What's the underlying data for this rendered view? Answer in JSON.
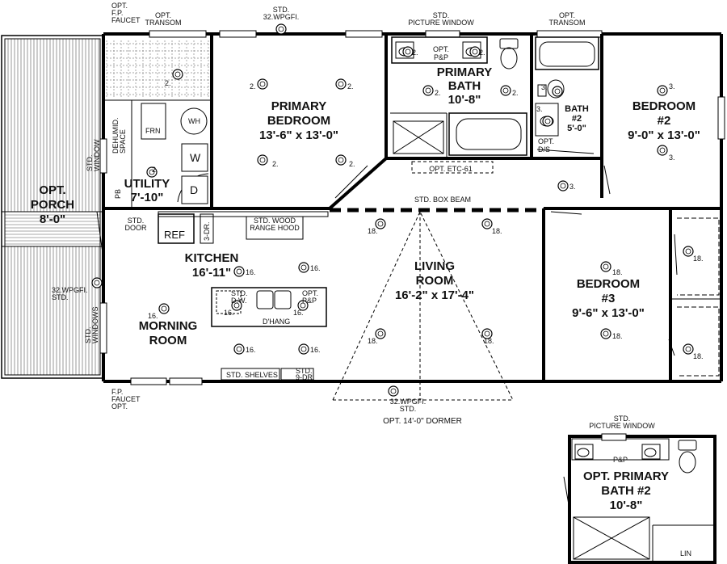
{
  "rooms": {
    "porch": {
      "name": "OPT.\nPORCH",
      "size": "8'-0\""
    },
    "utility": {
      "name": "UTILITY",
      "size": "7'-10\""
    },
    "primary_bedroom": {
      "name": "PRIMARY\nBEDROOM",
      "size": "13'-6\" x 13'-0\""
    },
    "primary_bath": {
      "name": "PRIMARY\nBATH",
      "size": "10'-8\""
    },
    "bath2": {
      "name": "BATH\n#2",
      "size": "5'-0\""
    },
    "bedroom2": {
      "name": "BEDROOM\n#2",
      "size": "9'-0\" x 13'-0\""
    },
    "kitchen": {
      "name": "KITCHEN",
      "size": "16'-11\""
    },
    "morning_room": {
      "name": "MORNING\nROOM",
      "size": ""
    },
    "living_room": {
      "name": "LIVING\nROOM",
      "size": "16'-2\" x 17'-4\""
    },
    "bedroom3": {
      "name": "BEDROOM\n#3",
      "size": "9'-6\" x 13'-0\""
    },
    "opt_primary_bath2": {
      "name": "OPT. PRIMARY\nBATH #2",
      "size": "10'-8\""
    }
  },
  "notes": {
    "fp_faucet_top": "OPT.\nF.P.\nFAUCET",
    "transom_left": "OPT.\nTRANSOM",
    "wpgfi_top": "STD.\n32.WPGFI.",
    "picture_window_top": "STD.\nPICTURE WINDOW",
    "transom_right": "OPT.\nTRANSOM",
    "std_window_left": "STD.\nWINDOW",
    "dehumid_space": "DEHUMID.\nSPACE",
    "frn": "FRN",
    "wh": "WH",
    "washer": "W",
    "dryer": "D",
    "pb": "PB",
    "std_door": "STD.\nDOOR",
    "ref": "REF",
    "three_dr": "3-DR.",
    "range_hood": "STD. WOOD\nRANGE HOOD",
    "std_box_beam": "STD. BOX BEAM",
    "opt_etc": "OPT. ETC-61",
    "opt_pp": "OPT.\nP&P",
    "opt_ds": "OPT.\nD/S",
    "std_dw": "STD.\nD.W.",
    "opt_pp_island": "OPT.\nP&P",
    "dhang": "D'HANG",
    "wpgfi_left": "32.WPGFI.\nSTD.",
    "std_windows_left": "STD.\nWINDOWS",
    "std_shelves": "STD. SHELVES",
    "nine_dr": "STD.\n9-DR.",
    "fp_faucet_bottom": "F.P.\nFAUCET\nOPT.",
    "wpgfi_bottom": "32.WPGFI.\nSTD.",
    "dormer": "OPT. 14'-0\" DORMER",
    "picture_window_inset": "STD.\nPICTURE WINDOW",
    "pp_inset": "P&P",
    "lin": "LIN"
  },
  "fixture_labels": {
    "two": "2.",
    "three": "3.",
    "sixteen": "16.",
    "eighteen": "18."
  }
}
